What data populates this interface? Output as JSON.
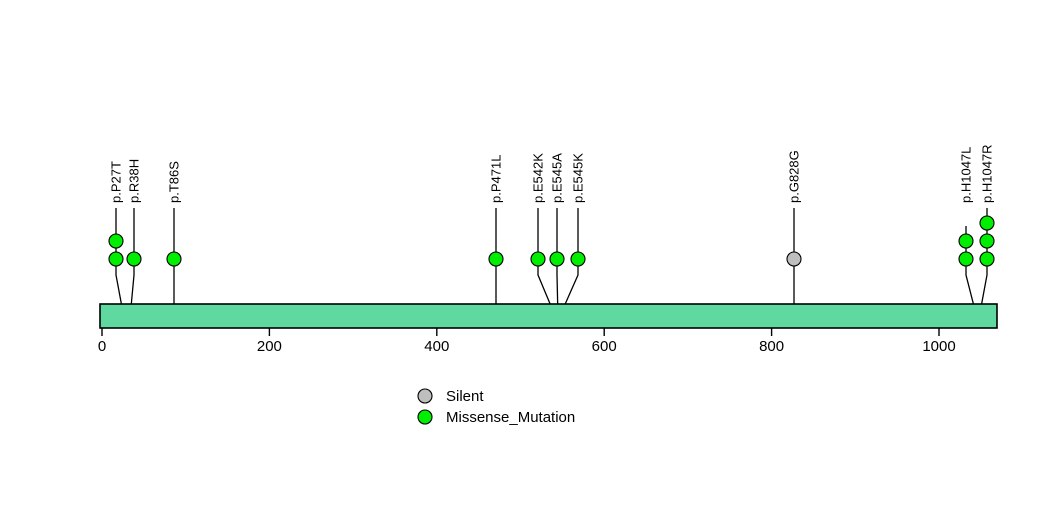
{
  "chart_data": {
    "type": "lollipop",
    "title": "",
    "xlabel": "",
    "ylabel": "",
    "xlim": [
      0,
      1068
    ],
    "grid": false,
    "domain_track": {
      "label": "protein-backbone",
      "start": 0,
      "end": 1068,
      "color": "#5FD9A0",
      "border_color": "#000000"
    },
    "axis": {
      "ticks": [
        0,
        200,
        400,
        600,
        800,
        1000
      ],
      "tick_labels": [
        "0",
        "200",
        "400",
        "600",
        "800",
        "1000"
      ]
    },
    "legend": {
      "position": "bottom-center",
      "entries": [
        {
          "label": "Silent",
          "color": "#BEBEBE"
        },
        {
          "label": "Missense_Mutation",
          "color": "#00EE00"
        }
      ]
    },
    "mutations": [
      {
        "label": "p.P27T",
        "position": 27,
        "count": 2,
        "type": "Missense_Mutation",
        "color": "#00EE00"
      },
      {
        "label": "p.R38H",
        "position": 38,
        "count": 1,
        "type": "Missense_Mutation",
        "color": "#00EE00"
      },
      {
        "label": "p.T86S",
        "position": 86,
        "count": 1,
        "type": "Missense_Mutation",
        "color": "#00EE00"
      },
      {
        "label": "p.P471L",
        "position": 471,
        "count": 1,
        "type": "Missense_Mutation",
        "color": "#00EE00"
      },
      {
        "label": "p.E542K",
        "position": 542,
        "count": 1,
        "type": "Missense_Mutation",
        "color": "#00EE00"
      },
      {
        "label": "p.E545A",
        "position": 545,
        "count": 1,
        "type": "Missense_Mutation",
        "color": "#00EE00"
      },
      {
        "label": "p.E545K",
        "position": 545,
        "count": 1,
        "type": "Missense_Mutation",
        "color": "#00EE00"
      },
      {
        "label": "p.G828G",
        "position": 828,
        "count": 1,
        "type": "Silent",
        "color": "#BEBEBE"
      },
      {
        "label": "p.H1047L",
        "position": 1047,
        "count": 2,
        "type": "Missense_Mutation",
        "color": "#00EE00"
      },
      {
        "label": "p.H1047R",
        "position": 1047,
        "count": 3,
        "type": "Missense_Mutation",
        "color": "#00EE00"
      }
    ]
  },
  "geometry": {
    "axis_x0": 102,
    "axis_x1000": 939,
    "bar_left": 100,
    "bar_right": 997,
    "bar_top": 304,
    "bar_bottom": 328,
    "tick_y_top": 328,
    "tick_y_bottom": 336,
    "tick_label_y": 351,
    "dot_base_y": 259,
    "dot_step_y": 18,
    "dot_radius": 7,
    "label_baseline_y": 203,
    "stem_label_gap": 4,
    "legend_x_marker": 425,
    "legend_x_text": 446,
    "legend_y_silent": 396,
    "legend_y_missense": 417,
    "legend_marker_radius": 7
  },
  "render_nodes": {
    "stems": [
      {
        "name": "stem-p-P27T",
        "stem_x": 116,
        "anchor_x": 124,
        "dots": 2,
        "top_y": 208
      },
      {
        "name": "stem-p-R38H",
        "stem_x": 134,
        "anchor_x": 130,
        "dots": 1,
        "top_y": 208
      },
      {
        "name": "stem-p-T86S",
        "stem_x": 174,
        "anchor_x": 174,
        "dots": 1,
        "top_y": 208
      },
      {
        "name": "stem-p-P471L",
        "stem_x": 496,
        "anchor_x": 496,
        "dots": 1,
        "top_y": 208
      },
      {
        "name": "stem-p-E542K",
        "stem_x": 538,
        "anchor_x": 556,
        "dots": 1,
        "top_y": 208
      },
      {
        "name": "stem-p-E545A",
        "stem_x": 557,
        "anchor_x": 558,
        "dots": 1,
        "top_y": 208
      },
      {
        "name": "stem-p-E545K",
        "stem_x": 578,
        "anchor_x": 559,
        "dots": 1,
        "top_y": 208
      },
      {
        "name": "stem-p-G828G",
        "stem_x": 794,
        "anchor_x": 794,
        "dots": 1,
        "top_y": 208
      },
      {
        "name": "stem-p-H1047L",
        "stem_x": 966,
        "anchor_x": 977,
        "dots": 2,
        "top_y": 226
      },
      {
        "name": "stem-p-H1047R",
        "stem_x": 987,
        "anchor_x": 979,
        "dots": 3,
        "top_y": 208
      }
    ]
  }
}
